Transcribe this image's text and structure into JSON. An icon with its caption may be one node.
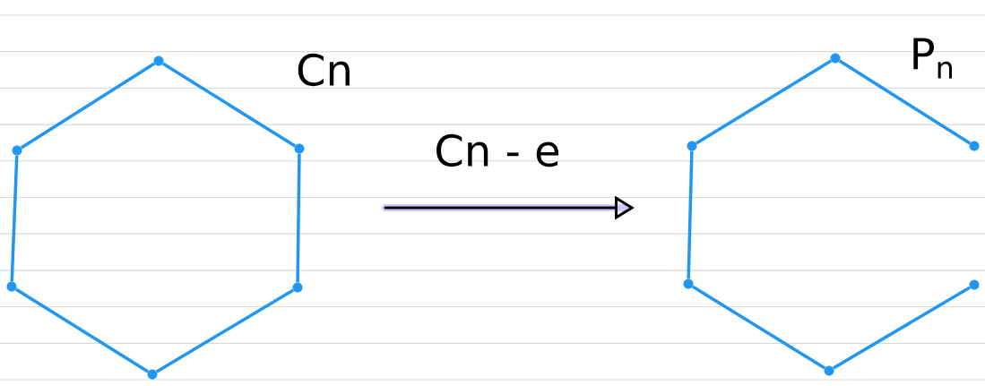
{
  "diagram": {
    "nodes": [
      {
        "text": [],
        "shape": "circle"
      },
      {
        "text": [],
        "shape": "circle"
      },
      {
        "text": [],
        "shape": "circle"
      },
      {
        "text": [],
        "shape": "circle"
      },
      {
        "text": [],
        "shape": "circle"
      },
      {
        "text": [],
        "shape": "circle"
      },
      {
        "text": [],
        "shape": "circle"
      },
      {
        "text": [],
        "shape": "circle"
      },
      {
        "text": [],
        "shape": "circle"
      },
      {
        "text": [],
        "shape": "circle"
      },
      {
        "text": [],
        "shape": "circle"
      },
      {
        "text": [],
        "shape": "circle"
      }
    ],
    "edges": [
      {
        "from": 0,
        "to": 1,
        "arrow": "none"
      },
      {
        "from": 1,
        "to": 2,
        "arrow": "none"
      },
      {
        "from": 2,
        "to": 3,
        "arrow": "none"
      },
      {
        "from": 3,
        "to": 4,
        "arrow": "none"
      },
      {
        "from": 4,
        "to": 5,
        "arrow": "none"
      },
      {
        "from": 5,
        "to": 0,
        "arrow": "none"
      },
      {
        "from": 6,
        "to": 7,
        "arrow": "none"
      },
      {
        "from": 8,
        "to": 9,
        "arrow": "none"
      },
      {
        "from": 9,
        "to": 10,
        "arrow": "none"
      },
      {
        "from": 10,
        "to": 11,
        "arrow": "none"
      },
      {
        "from": 11,
        "to": 6,
        "arrow": "none"
      }
    ],
    "labels": [
      "Cn",
      "Cn - e",
      "P$_{n}$"
    ]
  }
}
